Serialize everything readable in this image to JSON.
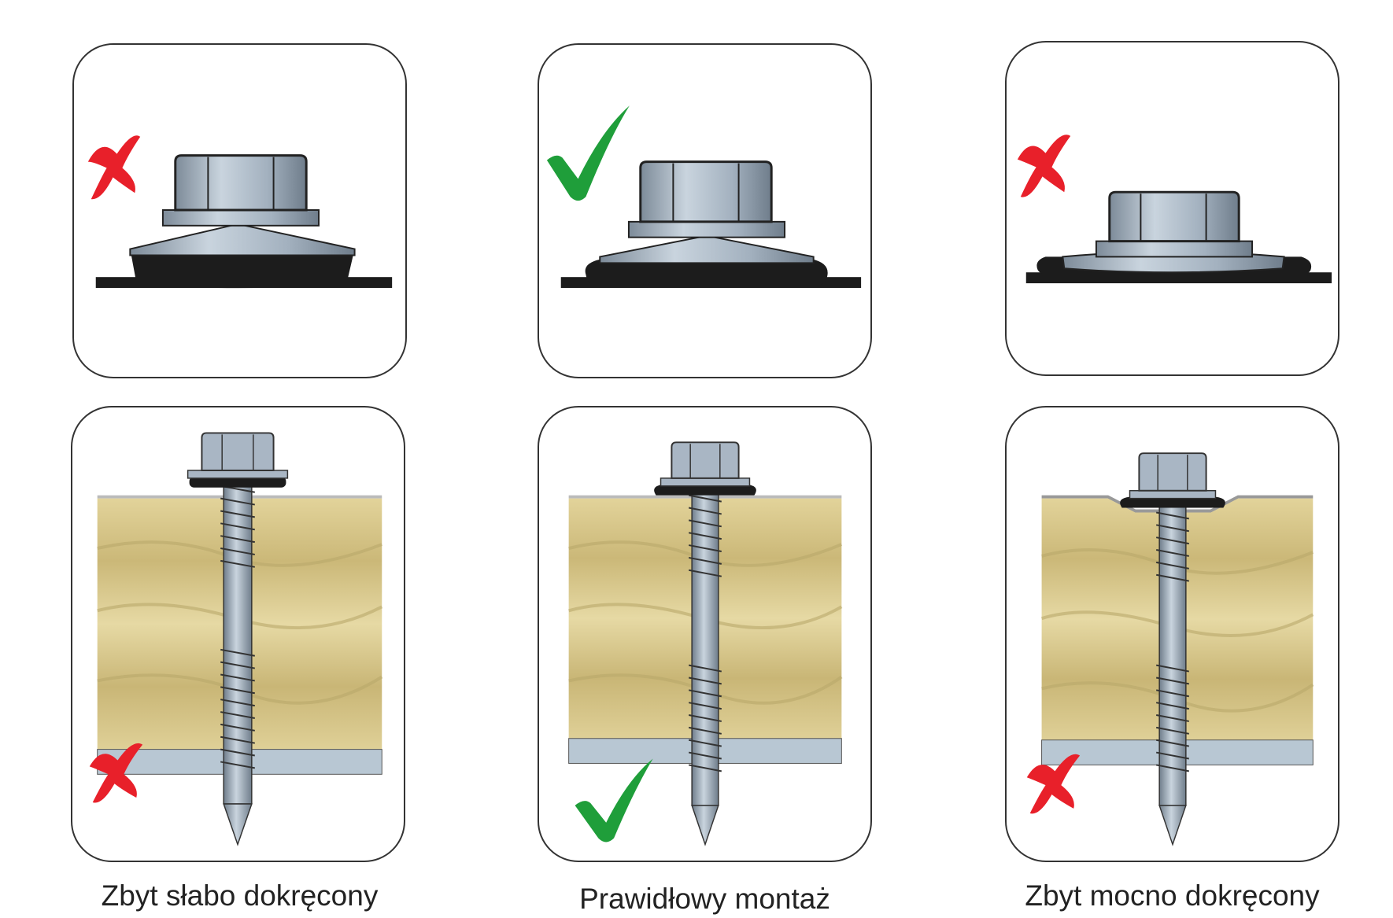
{
  "columns": [
    {
      "id": "under",
      "caption": "Zbyt słabo dokręcony",
      "status": "incorrect",
      "mark_icon": "red-x-icon",
      "mark_color": "#e8202a"
    },
    {
      "id": "correct",
      "caption": "Prawidłowy montaż",
      "status": "correct",
      "mark_icon": "green-check-icon",
      "mark_color": "#1f9e3a"
    },
    {
      "id": "over",
      "caption": "Zbyt mocno dokręcony",
      "status": "incorrect",
      "mark_icon": "red-x-icon",
      "mark_color": "#e8202a"
    }
  ],
  "colors": {
    "steel": "#a9b6c4",
    "steel_dark": "#5e6b78",
    "steel_light": "#d4dde6",
    "washer_rubber": "#1c1c1c",
    "insulation": "#dccf94",
    "insulation_dark": "#b9a86a",
    "sheet_metal": "#b8c7d3",
    "outline": "#222222"
  }
}
